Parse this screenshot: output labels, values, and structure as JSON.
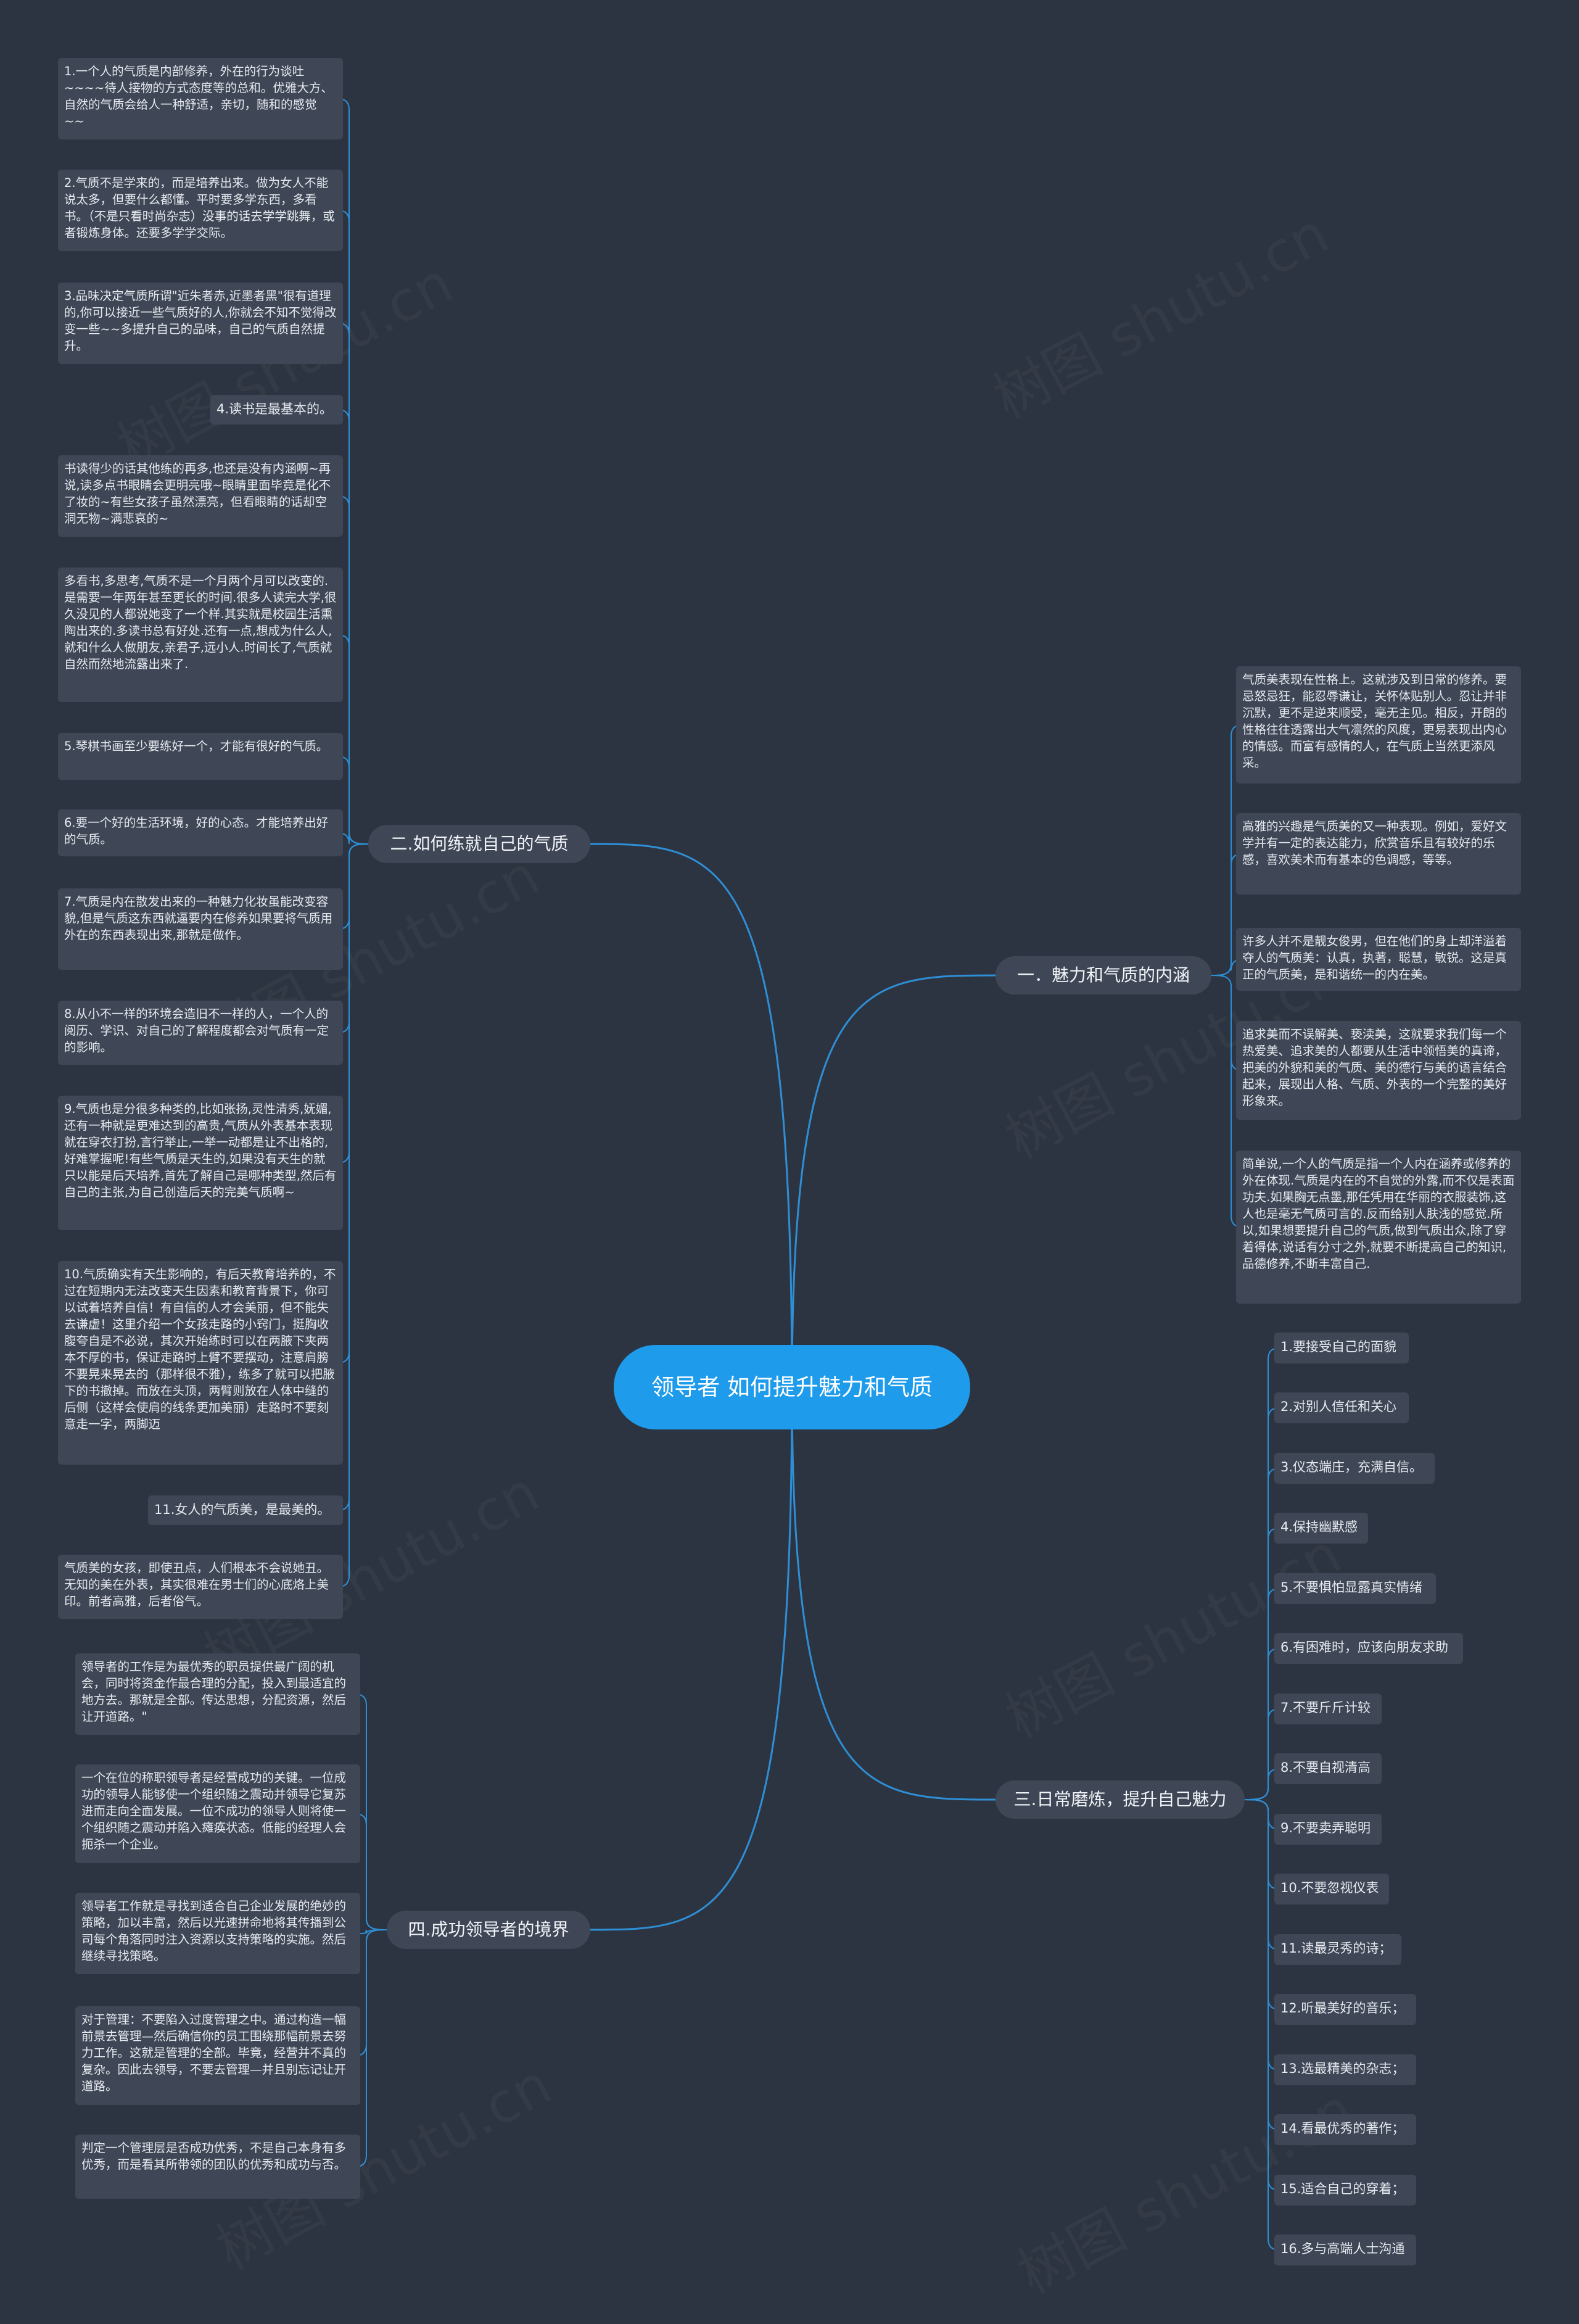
{
  "colors": {
    "background": "#2d3441",
    "root": "#1e9bea",
    "node": "#3f4756",
    "edge": "#2e8fd6"
  },
  "root": {
    "label": "领导者 如何提升魅力和气质"
  },
  "branches": {
    "b1": {
      "label": "一．魅力和气质的内涵",
      "items": [
        "气质美表现在性格上。这就涉及到日常的修养。要忌怒忌狂，能忍辱谦让，关怀体贴别人。忍让并非沉默，更不是逆来顺受，毫无主见。相反，开朗的性格往往透露出大气凛然的风度，更易表现出内心的情感。而富有感情的人，在气质上当然更添风采。",
        "高雅的兴趣是气质美的又一种表现。例如，爱好文学并有一定的表达能力，欣赏音乐且有较好的乐感，喜欢美术而有基本的色调感，等等。",
        "许多人并不是靓女俊男，但在他们的身上却洋溢着夺人的气质美：认真，执著，聪慧，敏锐。这是真正的气质美，是和谐统一的内在美。",
        "追求美而不误解美、亵渎美，这就要求我们每一个热爱美、追求美的人都要从生活中领悟美的真谛，把美的外貌和美的气质、美的德行与美的语言结合起来，展现出人格、气质、外表的一个完整的美好形象来。",
        "简单说,一个人的气质是指一个人内在涵养或修养的外在体现.气质是内在的不自觉的外露,而不仅是表面功夫.如果胸无点墨,那任凭用在华丽的衣服装饰,这人也是毫无气质可言的.反而给别人肤浅的感觉.所以,如果想要提升自己的气质,做到气质出众,除了穿着得体,说话有分寸之外,就要不断提高自己的知识,品德修养,不断丰富自己."
      ]
    },
    "b2": {
      "label": "二.如何练就自己的气质",
      "items": [
        "1.一个人的气质是内部修养，外在的行为谈吐~~~~待人接物的方式态度等的总和。优雅大方、自然的气质会给人一种舒适，亲切，随和的感觉~~",
        "2.气质不是学来的，而是培养出来。做为女人不能说太多，但要什么都懂。平时要多学东西，多看书。（不是只看时尚杂志）没事的话去学学跳舞，或者锻炼身体。还要多学学交际。",
        "3.品味决定气质所谓\"近朱者赤,近墨者黑\"很有道理的,你可以接近一些气质好的人,你就会不知不觉得改变一些~~多提升自己的品味，自己的气质自然提升。",
        "4.读书是最基本的。",
        "书读得少的话其他练的再多,也还是没有内涵啊~再说,读多点书眼睛会更明亮哦~眼睛里面毕竟是化不了妆的~有些女孩子虽然漂亮，但看眼睛的话却空洞无物~满悲哀的~",
        "多看书,多思考,气质不是一个月两个月可以改变的.是需要一年两年甚至更长的时间.很多人读完大学,很久没见的人都说她变了一个样.其实就是校园生活熏陶出来的.多读书总有好处.还有一点,想成为什么人,就和什么人做朋友,亲君子,远小人.时间长了,气质就自然而然地流露出来了.",
        "5.琴棋书画至少要练好一个，才能有很好的气质。",
        "6.要一个好的生活环境，好的心态。才能培养出好的气质。",
        "7.气质是内在散发出来的一种魅力化妆虽能改变容貌,但是气质这东西就逼要内在修养如果要将气质用外在的东西表现出来,那就是做作。",
        "8.从小不一样的环境会造旧不一样的人，一个人的阅历、学识、对自己的了解程度都会对气质有一定的影响。",
        "9.气质也是分很多种类的,比如张扬,灵性清秀,妩媚,还有一种就是更难达到的高贵,气质从外表基本表现就在穿衣打扮,言行举止,一举一动都是让不出格的,好难掌握呢!有些气质是天生的,如果没有天生的就只以能是后天培养,首先了解自己是哪种类型,然后有自己的主张,为自己创造后天的完美气质啊~",
        "10.气质确实有天生影响的，有后天教育培养的，不过在短期内无法改变天生因素和教育背景下，你可以试着培养自信！有自信的人才会美丽，但不能失去谦虚！这里介绍一个女孩走路的小窍门，挺胸收腹夸自是不必说，其次开始练时可以在两腋下夹两本不厚的书，保证走路时上臂不要摆动，注意肩膀不要晃来晃去的（那样很不雅），练多了就可以把腋下的书撤掉。而放在头顶，两臂则放在人体中缝的后侧（这样会使肩的线条更加美丽）走路时不要刻意走一字，两脚迈",
        "11.女人的气质美，是最美的。",
        "气质美的女孩，即使丑点，人们根本不会说她丑。无知的美在外表，其实很难在男士们的心底烙上美印。前者高雅，后者俗气。"
      ]
    },
    "b3": {
      "label": "三.日常磨炼，提升自己魅力",
      "items": [
        "1.要接受自己的面貌",
        "2.对别人信任和关心",
        "3.仪态端庄，充满自信。",
        "4.保持幽默感",
        "5.不要惧怕显露真实情绪",
        "6.有困难时，应该向朋友求助",
        "7.不要斤斤计较",
        "8.不要自视清高",
        "9.不要卖弄聪明",
        "10.不要忽视仪表",
        "11.读最灵秀的诗；",
        "12.听最美好的音乐；",
        "13.选最精美的杂志；",
        "14.看最优秀的著作；",
        "15.适合自己的穿着；",
        "16.多与高端人士沟通"
      ]
    },
    "b4": {
      "label": "四.成功领导者的境界",
      "items": [
        "领导者的工作是为最优秀的职员提供最广阔的机会，同时将资金作最合理的分配，投入到最适宜的地方去。那就是全部。传达思想，分配资源，然后让开道路。\"",
        "一个在位的称职领导者是经营成功的关键。一位成功的领导人能够使一个组织随之震动并领导它复苏进而走向全面发展。一位不成功的领导人则将使一个组织随之震动并陷入瘫痪状态。低能的经理人会扼杀一个企业。",
        "领导者工作就是寻找到适合自己企业发展的绝妙的策略，加以丰富，然后以光速拼命地将其传播到公司每个角落同时注入资源以支持策略的实施。然后继续寻找策略。",
        "对于管理：不要陷入过度管理之中。通过构造一幅前景去管理—然后确信你的员工围绕那幅前景去努力工作。这就是管理的全部。毕竟，经营并不真的复杂。因此去领导，不要去管理—并且别忘记让开道路。",
        "判定一个管理层是否成功优秀，不是自己本身有多优秀，而是看其所带领的团队的优秀和成功与否。"
      ]
    }
  },
  "watermark": "树图 shutu.cn"
}
